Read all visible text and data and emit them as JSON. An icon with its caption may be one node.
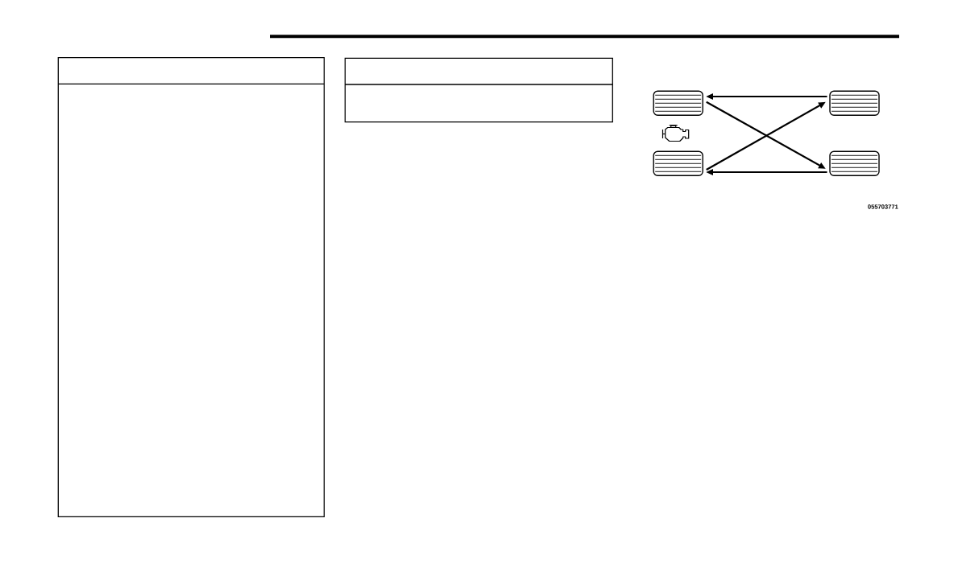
{
  "diagram": {
    "nodes": [
      {
        "text": [],
        "shape": "picture"
      },
      {
        "text": [],
        "shape": "picture"
      },
      {
        "text": [],
        "shape": "picture"
      },
      {
        "text": [],
        "shape": "picture"
      }
    ],
    "edges": [
      {
        "from": 1,
        "to": 0,
        "arrow": "to"
      },
      {
        "from": 0,
        "to": 3,
        "arrow": "to"
      },
      {
        "from": 2,
        "to": 1,
        "arrow": "to"
      },
      {
        "from": 3,
        "to": 2,
        "arrow": "to"
      }
    ],
    "labels": [
      "055703771"
    ]
  }
}
